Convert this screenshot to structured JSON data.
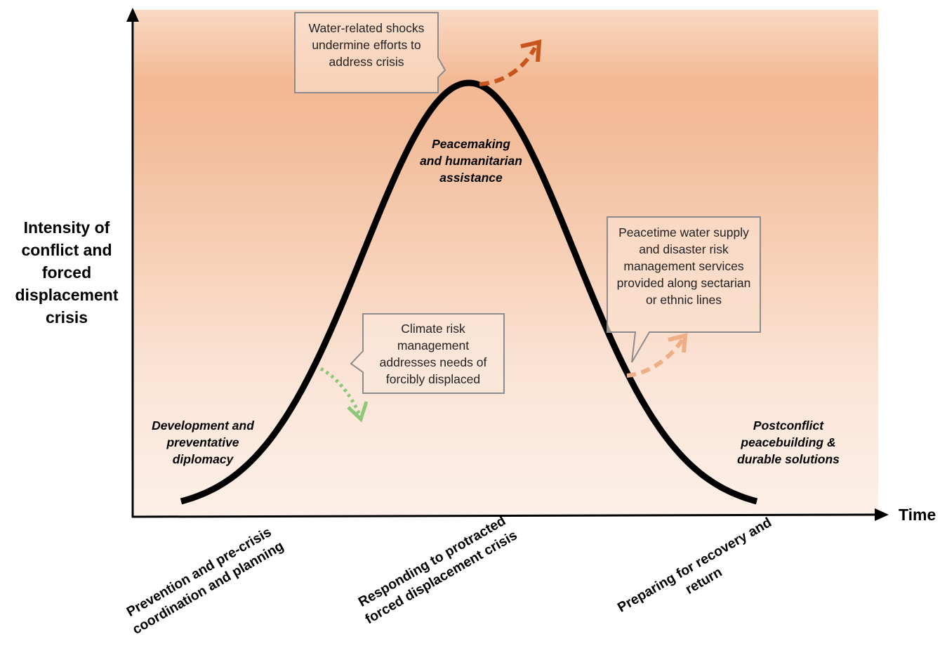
{
  "axes": {
    "y_label": "Intensity of conflict and forced displacement crisis",
    "x_label": "Time"
  },
  "phases": {
    "development": "Development and preventative diplomacy",
    "peacemaking": "Peacemaking and humanitarian assistance",
    "postconflict": "Postconflict peacebuilding & durable solutions"
  },
  "callouts": {
    "water_shocks": "Water-related shocks undermine efforts to address crisis",
    "climate_risk": "Climate risk management addresses needs of forcibly displaced",
    "peacetime_water": "Peacetime water supply and disaster risk management services provided along sectarian or ethnic lines"
  },
  "stages": {
    "prevention": "Prevention and pre-crisis coordination and planning",
    "responding": "Responding to protracted forced displacement crisis",
    "preparing": "Preparing for recovery and return"
  },
  "colors": {
    "curve": "#000000",
    "arrow_dark_orange": "#c8561c",
    "arrow_light_orange": "#f0ae86",
    "arrow_green": "#8cc77a",
    "callout_border": "#8c8c8c",
    "background_peak": "#f2b890",
    "background_bottom": "#fdf0e8"
  }
}
